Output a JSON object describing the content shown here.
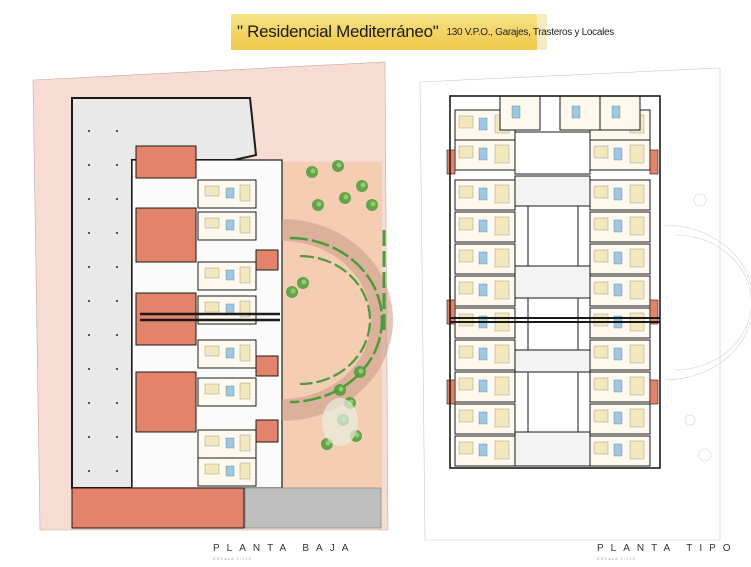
{
  "header": {
    "title": "\" Residencial Mediterráneo\"",
    "subtitle": "130 V.P.O., Garajes, Trasteros y Locales"
  },
  "plans": [
    {
      "label": "PLANTA BAJA",
      "scale": "ESCALA 1/125"
    },
    {
      "label": "PLANTA TIPO",
      "scale": "ESCALA 1/125"
    }
  ],
  "colors": {
    "site": "#f6dcd3",
    "garden": "#f4cdb3",
    "commercial": "#e2836a",
    "parking": "#e8e8e8",
    "walls": "#1a1a1a",
    "furniture_blue": "#9dc8e3",
    "furniture_cream": "#f3e7bd",
    "vegetation": "#4c9a3a"
  }
}
